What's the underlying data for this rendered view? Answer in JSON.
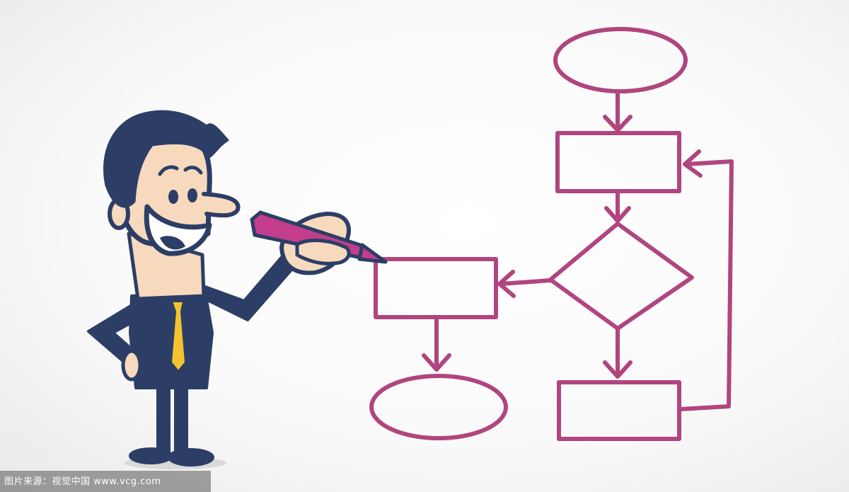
{
  "watermark": {
    "text": "图片来源：视觉中国 www.vcg.com"
  },
  "colors": {
    "flowchart_stroke": "#b0457f",
    "suit": "#2c3e66",
    "skin": "#f7d9be",
    "tie": "#f2c230",
    "marker": "#c23d8c",
    "background": "#ffffff"
  },
  "illustration": {
    "subject": "cartoon-businessman-drawing-flowchart",
    "flowchart_shapes": [
      "terminal-oval",
      "process-box",
      "decision-diamond",
      "process-box",
      "process-box",
      "terminal-oval"
    ]
  }
}
